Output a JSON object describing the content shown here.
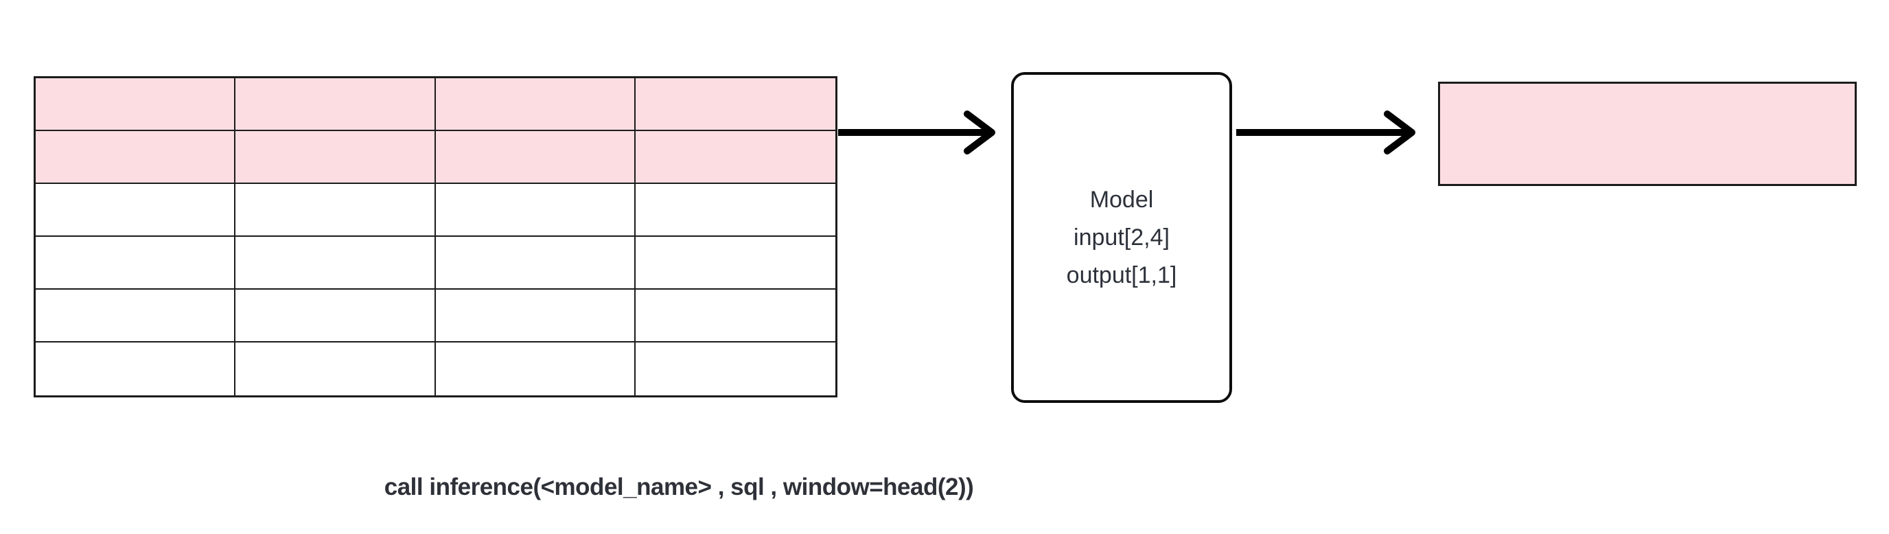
{
  "input_table": {
    "rows": 6,
    "cols": 4,
    "highlighted_rows": 2
  },
  "model_box": {
    "lines": [
      "Model",
      "input[2,4]",
      "output[1,1]"
    ]
  },
  "output_box": {
    "highlighted": true
  },
  "caption": {
    "text": "call inference(<model_name> , sql , window=head(2))"
  },
  "colors": {
    "highlight_pink": "#fcdee2",
    "line_dark": "#1c1c1c",
    "text_dark": "#2d313a",
    "arrow_black": "#000000"
  }
}
